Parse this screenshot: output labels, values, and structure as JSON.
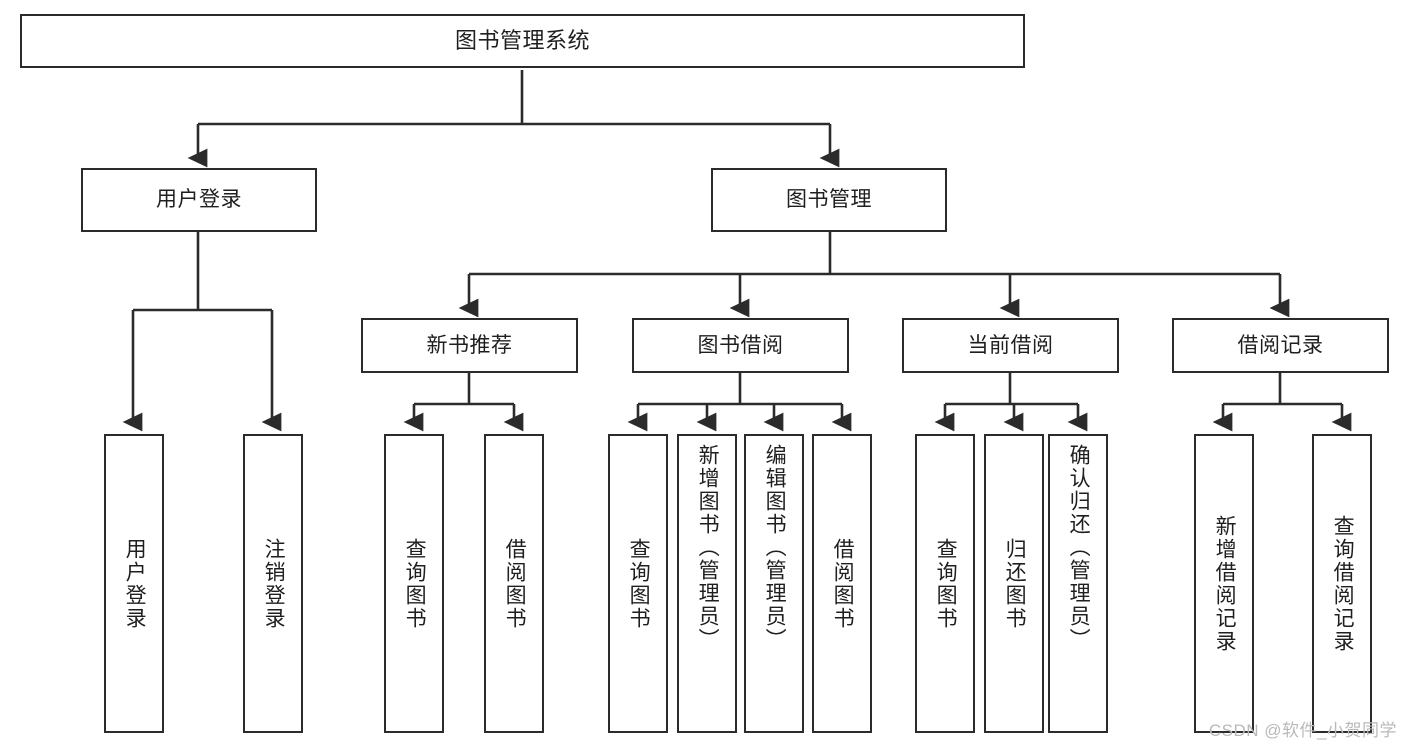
{
  "diagram": {
    "type": "tree-hierarchy-diagram",
    "title": "图书管理系统",
    "colors": {
      "box_border": "#2b2b2b",
      "box_fill": "#ffffff",
      "edge": "#2b2b2b",
      "text": "#1f1f1f",
      "watermark": "#b9b9b9",
      "background": "#ffffff"
    },
    "root": {
      "label": "图书管理系统"
    },
    "level2": [
      {
        "label": "用户登录"
      },
      {
        "label": "图书管理"
      }
    ],
    "level3": [
      {
        "label": "新书推荐"
      },
      {
        "label": "图书借阅"
      },
      {
        "label": "当前借阅"
      },
      {
        "label": "借阅记录"
      }
    ],
    "leaves": {
      "user_login": [
        {
          "label": "用户登录"
        },
        {
          "label": "注销登录"
        }
      ],
      "new_book_recommend": [
        {
          "label": "查询图书"
        },
        {
          "label": "借阅图书"
        }
      ],
      "book_borrow": [
        {
          "label": "查询图书"
        },
        {
          "label": "新增图书（管理员）"
        },
        {
          "label": "编辑图书（管理员）"
        },
        {
          "label": "借阅图书"
        }
      ],
      "current_borrow": [
        {
          "label": "查询图书"
        },
        {
          "label": "归还图书"
        },
        {
          "label": "确认归还（管理员）"
        }
      ],
      "borrow_record": [
        {
          "label": "新增借阅记录"
        },
        {
          "label": "查询借阅记录"
        }
      ]
    }
  },
  "watermark": {
    "text": "CSDN @软件_小贺同学"
  }
}
